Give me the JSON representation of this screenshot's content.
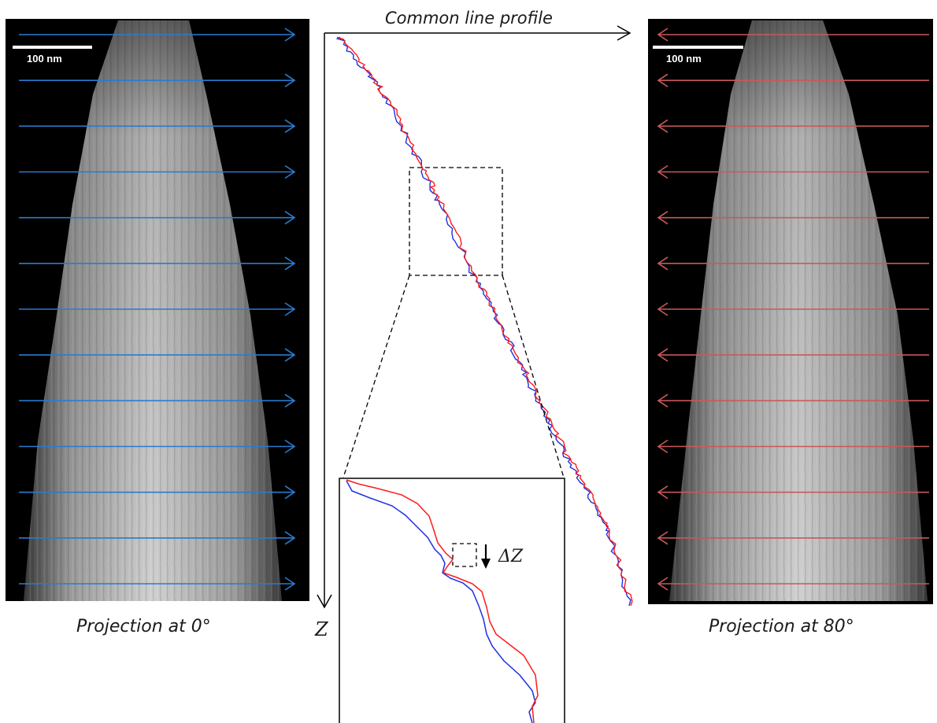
{
  "left_panel": {
    "caption": "Projection at 0°",
    "scalebar_label": "100 nm",
    "arrow_color": "#2a7bcf",
    "arrow_direction": "right",
    "arrow_count": 13
  },
  "right_panel": {
    "caption": "Projection at 80°",
    "scalebar_label": "100 nm",
    "arrow_color": "#c9585a",
    "arrow_direction": "left",
    "arrow_count": 13
  },
  "center": {
    "top_label": "Common line profile",
    "axis_label": "Z",
    "delta_label": "ΔZ",
    "profile_colors": {
      "projection_0": "#1f2fe0",
      "projection_80": "#ff1a1a"
    }
  }
}
